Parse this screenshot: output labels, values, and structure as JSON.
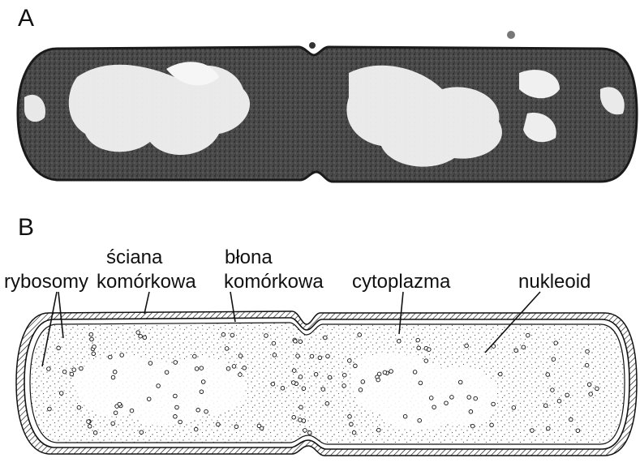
{
  "panels": {
    "a": {
      "letter": "A"
    },
    "b": {
      "letter": "B"
    }
  },
  "labels": {
    "rybosomy": "rybosomy",
    "sciana_line1": "ściana",
    "sciana_line2": "komórkowa",
    "blona_line1": "błona",
    "blona_line2": "komórkowa",
    "cytoplazma": "cytoplazma",
    "nukleoid": "nukleoid"
  },
  "colors": {
    "micrograph_dark": "#3a3a3a",
    "micrograph_light": "#efefef",
    "ink": "#111111"
  }
}
